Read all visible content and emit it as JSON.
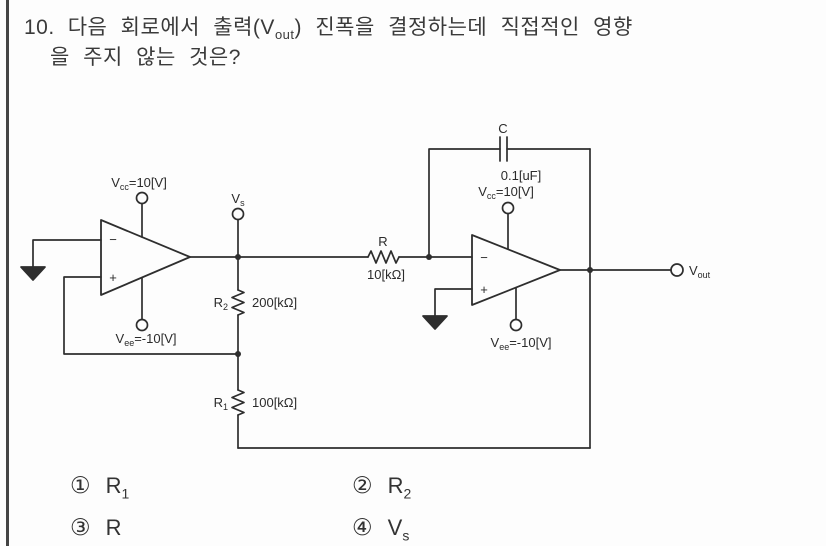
{
  "question": {
    "number": "10.",
    "line1_pre": "다음 회로에서 출력(V",
    "line1_sub": "out",
    "line1_post": ") 진폭을 결정하는데 직접적인 영향",
    "line2": "을 주지 않는 것은?"
  },
  "circuit": {
    "opamp1": {
      "vcc": {
        "base": "V",
        "sub": "cc",
        "rest": "=10[V]"
      },
      "vee": {
        "base": "V",
        "sub": "ee",
        "rest": "=-10[V]"
      },
      "minus": "−",
      "plus": "+"
    },
    "opamp2": {
      "vcc": {
        "base": "V",
        "sub": "cc",
        "rest": "=10[V]"
      },
      "vee": {
        "base": "V",
        "sub": "ee",
        "rest": "=-10[V]"
      },
      "minus": "−",
      "plus": "+"
    },
    "vs_terminal": {
      "base": "V",
      "sub": "s"
    },
    "vout_terminal": {
      "base": "V",
      "sub": "out"
    },
    "resistor_r": {
      "name": "R",
      "value": "10[kΩ]"
    },
    "resistor_r2": {
      "name_base": "R",
      "name_sub": "2",
      "value": "200[kΩ]"
    },
    "resistor_r1": {
      "name_base": "R",
      "name_sub": "1",
      "value": "100[kΩ]"
    },
    "capacitor": {
      "name": "C",
      "value": "0.1[uF]"
    }
  },
  "options": [
    {
      "marker": "①",
      "base": "R",
      "sub": "1"
    },
    {
      "marker": "②",
      "base": "R",
      "sub": "2"
    },
    {
      "marker": "③",
      "base": "R",
      "sub": ""
    },
    {
      "marker": "④",
      "base": "V",
      "sub": "s"
    }
  ],
  "colors": {
    "ink": "#2e2e2e",
    "text": "#3a3a3a",
    "page_border": "#454545"
  }
}
